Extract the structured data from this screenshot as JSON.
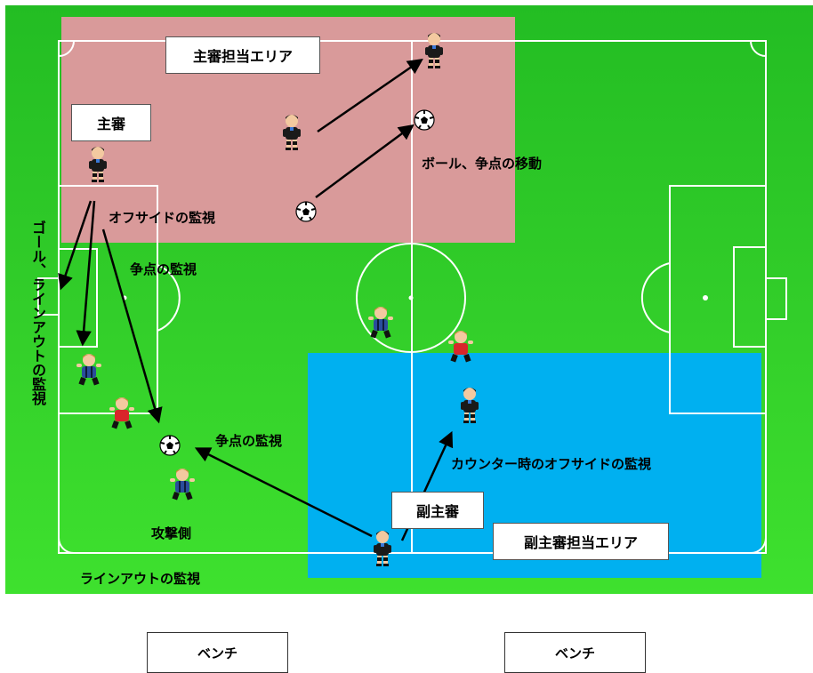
{
  "zones": {
    "main_area": "主審担当エリア",
    "assistant_area": "副主審担当エリア"
  },
  "roles": {
    "referee": "主審",
    "assistant": "副主審"
  },
  "annotations": {
    "ball_move": "ボール、争点の移動",
    "offside_watch": "オフサイドの監視",
    "contest_watch_left": "争点の監視",
    "goal_lineout_watch": "ゴール、ラインアウトの監視",
    "contest_watch_bottom": "争点の監視",
    "counter_offside": "カウンター時のオフサイドの監視",
    "attacking_side": "攻撃側",
    "lineout_watch": "ラインアウトの監視"
  },
  "benches": [
    "ベンチ",
    "ベンチ"
  ],
  "colors": {
    "pitch_green": "#2dc82a",
    "main_zone": "#d99a9a",
    "assistant_zone": "#00b0f0",
    "referee_kit": "#1a1a1a",
    "team_blue": "#2a4d9b",
    "team_red": "#d9262b"
  },
  "icons": [
    "referee-figure-icon",
    "player-figure-icon",
    "soccer-ball-icon",
    "arrow-icon"
  ]
}
